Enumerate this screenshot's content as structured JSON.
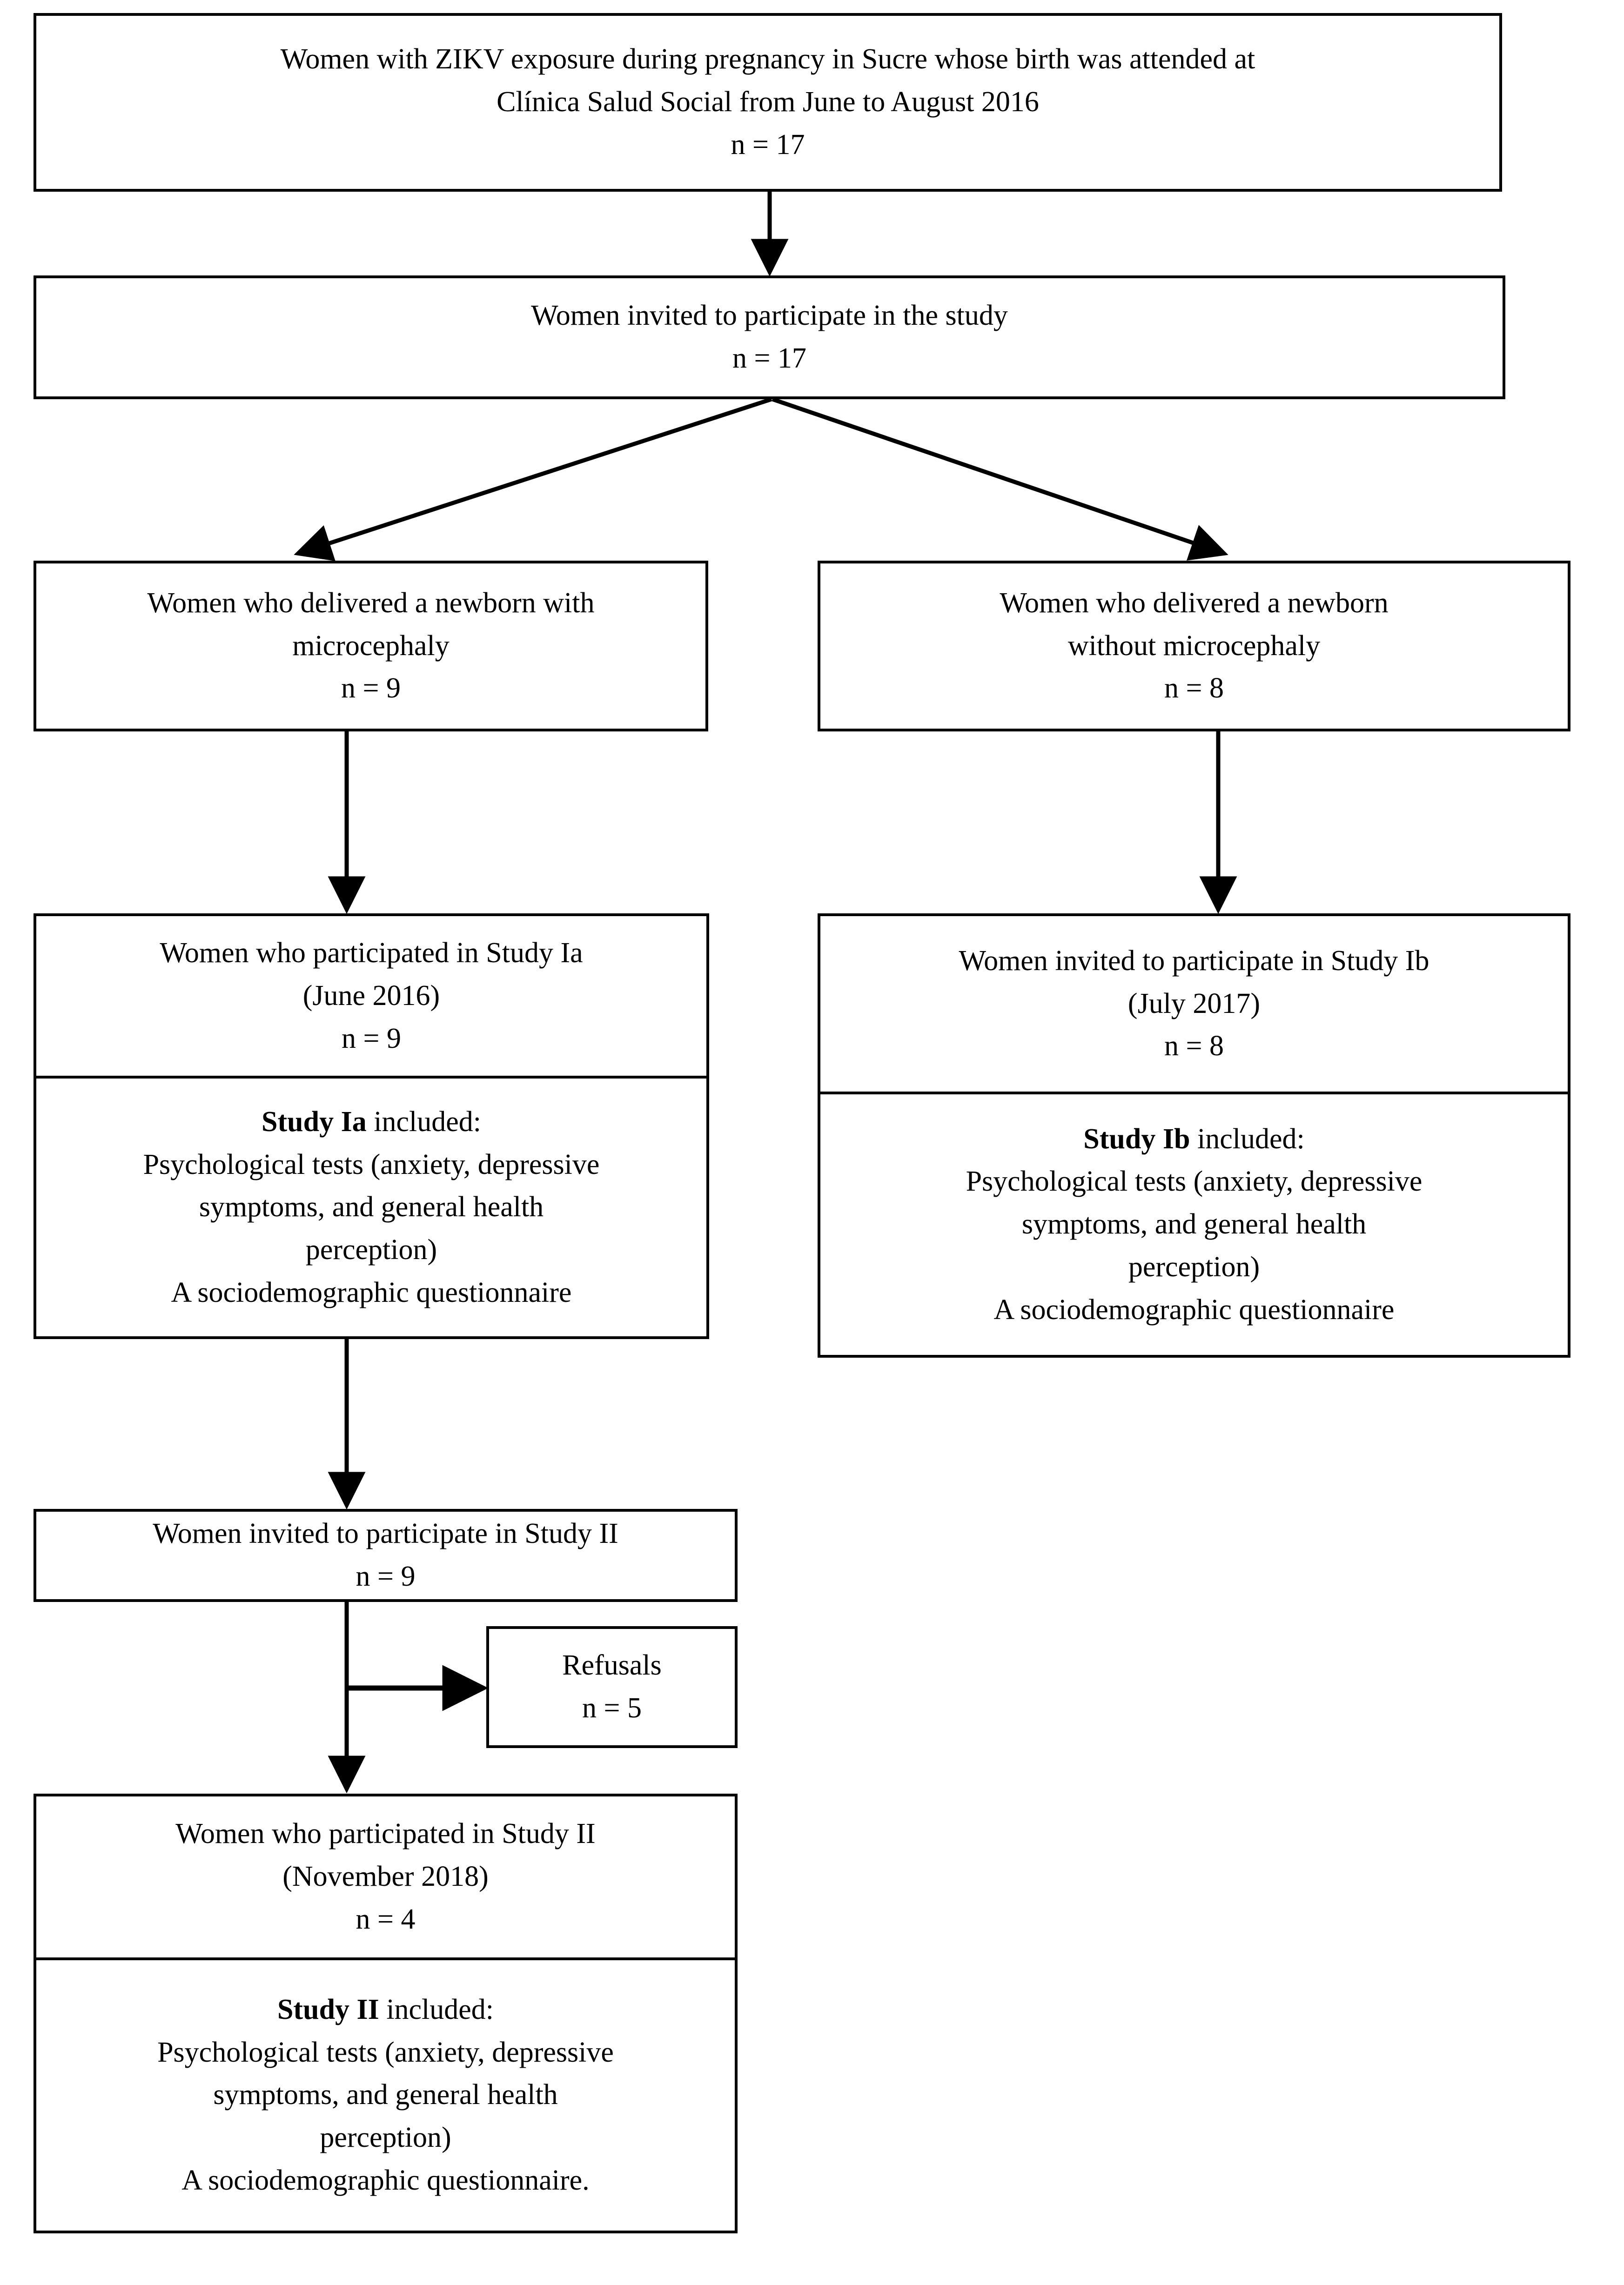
{
  "diagram": {
    "type": "flowchart",
    "title": "ZIKV pregnancy cohort study participant flow",
    "stroke_color": "#000000",
    "background_color": "#ffffff"
  },
  "nodes": {
    "source": {
      "line1": "Women with ZIKV exposure during pregnancy in Sucre whose birth was attended at",
      "line2": "Clínica Salud Social from June to August 2016",
      "count": "n = 17"
    },
    "invited": {
      "line1": "Women invited to participate in the study",
      "count": "n = 17"
    },
    "micro_yes": {
      "line1": "Women who delivered a newborn with",
      "line2": "microcephaly",
      "count": "n = 9"
    },
    "micro_no": {
      "line1": "Women who delivered a newborn",
      "line2": "without microcephaly",
      "count": "n = 8"
    },
    "study_ia": {
      "line1": "Women who participated in Study Ia",
      "line2": "(June 2016)",
      "count": "n = 9",
      "included_label_bold": "Study Ia",
      "included_label_rest": " included:",
      "item1_line1": "Psychological tests (anxiety, depressive",
      "item1_line2": "symptoms, and general health",
      "item1_line3": "perception)",
      "item2": "A sociodemographic questionnaire"
    },
    "study_ib": {
      "line1": "Women invited to participate in Study Ib",
      "line2": "(July 2017)",
      "count": "n = 8",
      "included_label_bold": "Study Ib",
      "included_label_rest": " included:",
      "item1_line1": "Psychological tests (anxiety, depressive",
      "item1_line2": "symptoms, and general health",
      "item1_line3": "perception)",
      "item2": "A sociodemographic questionnaire"
    },
    "study_ii_invited": {
      "line1": "Women invited to participate in Study II",
      "count": "n = 9"
    },
    "refusals": {
      "line1": "Refusals",
      "count": "n = 5"
    },
    "study_ii_participated": {
      "line1": "Women who participated in Study II",
      "line2": "(November 2018)",
      "count": "n = 4",
      "included_label_bold": "Study II",
      "included_label_rest": " included:",
      "item1_line1": "Psychological tests (anxiety, depressive",
      "item1_line2": "symptoms, and general health",
      "item1_line3": "perception)",
      "item2": "A sociodemographic questionnaire."
    }
  },
  "edges": [
    {
      "name": "source-to-invited",
      "from": "source",
      "to": "invited"
    },
    {
      "name": "invited-to-micro-yes",
      "from": "invited",
      "to": "micro_yes"
    },
    {
      "name": "invited-to-micro-no",
      "from": "invited",
      "to": "micro_no"
    },
    {
      "name": "micro-yes-to-study-ia",
      "from": "micro_yes",
      "to": "study_ia"
    },
    {
      "name": "micro-no-to-study-ib",
      "from": "micro_no",
      "to": "study_ib"
    },
    {
      "name": "study-ia-to-study-ii-invited",
      "from": "study_ia",
      "to": "study_ii_invited"
    },
    {
      "name": "study-ii-invited-to-refusals",
      "from": "study_ii_invited",
      "to": "refusals"
    },
    {
      "name": "study-ii-invited-to-participated",
      "from": "study_ii_invited",
      "to": "study_ii_participated"
    }
  ]
}
